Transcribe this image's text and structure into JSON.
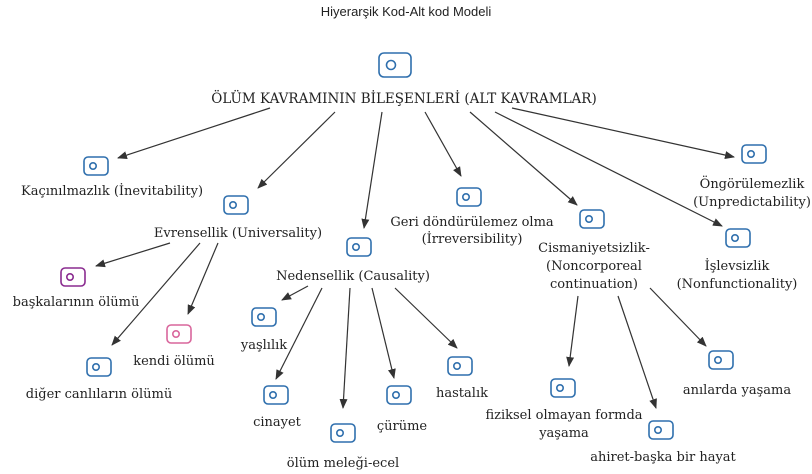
{
  "title": "Hiyerarşik Kod-Alt kod Modeli",
  "colors": {
    "code_blue": "#2f6fad",
    "code_purple": "#8a2b8f",
    "code_pink": "#d9669c",
    "edge": "#333333"
  },
  "root": {
    "label": "ÖLÜM KAVRAMININ BİLEŞENLERİ (ALT KAVRAMLAR)",
    "icon": "code-icon"
  },
  "nodes": {
    "kacinilmazlik": {
      "label": "Kaçınılmazlık (İnevitability)"
    },
    "evrensellik": {
      "label": "Evrensellik (Universality)"
    },
    "baskalarinin": {
      "label": "başkalarının ölümü"
    },
    "kendi": {
      "label": "kendi ölümü"
    },
    "diger": {
      "label": "diğer canlıların ölümü"
    },
    "nedensellik": {
      "label": "Nedensellik (Causality)"
    },
    "yaslilik": {
      "label": "yaşlılık"
    },
    "cinayet": {
      "label": "cinayet"
    },
    "olum_melegi": {
      "label": "ölüm meleği-ecel"
    },
    "curume": {
      "label": "çürüme"
    },
    "hastalik": {
      "label": "hastalık"
    },
    "geri": {
      "line1": "Geri döndürülemez olma",
      "line2": "(İrreversibility)"
    },
    "cismaniyet": {
      "line1": "Cismaniyetsizlik-",
      "line2": "(Noncorporeal",
      "line3": "continuation)"
    },
    "fiziksel": {
      "line1": "fiziksel olmayan formda",
      "line2": "yaşama"
    },
    "ahiret": {
      "label": "ahiret-başka bir hayat"
    },
    "anilarda": {
      "label": "anılarda yaşama"
    },
    "islevsizlik": {
      "line1": "İşlevsizlik",
      "line2": "(Nonfunctionality)"
    },
    "ongorulemezlik": {
      "line1": "Öngörülemezlik",
      "line2": "(Unpredictability)"
    }
  }
}
